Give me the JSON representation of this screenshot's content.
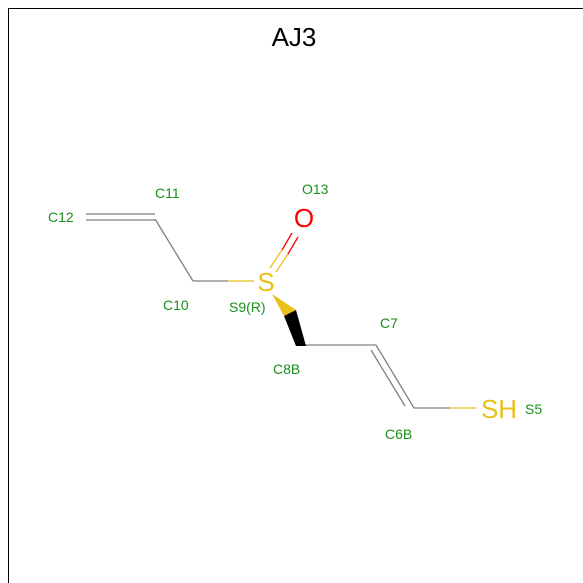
{
  "title": "AJ3",
  "colors": {
    "bond": "#808080",
    "atom_label": "#1a8f1a",
    "sulfur": "#e8c01a",
    "oxygen": "#ff0000",
    "wedge": "#000000",
    "frame": "#000000"
  },
  "elements": {
    "s9_symbol": "S",
    "o13_symbol": "O",
    "s5_symbol": "SH"
  },
  "atom_labels": {
    "c12": "C12",
    "c11": "C11",
    "c10": "C10",
    "s9": "S9(R)",
    "o13": "O13",
    "c8b": "C8B",
    "c7": "C7",
    "c6b": "C6B",
    "s5": "S5"
  }
}
